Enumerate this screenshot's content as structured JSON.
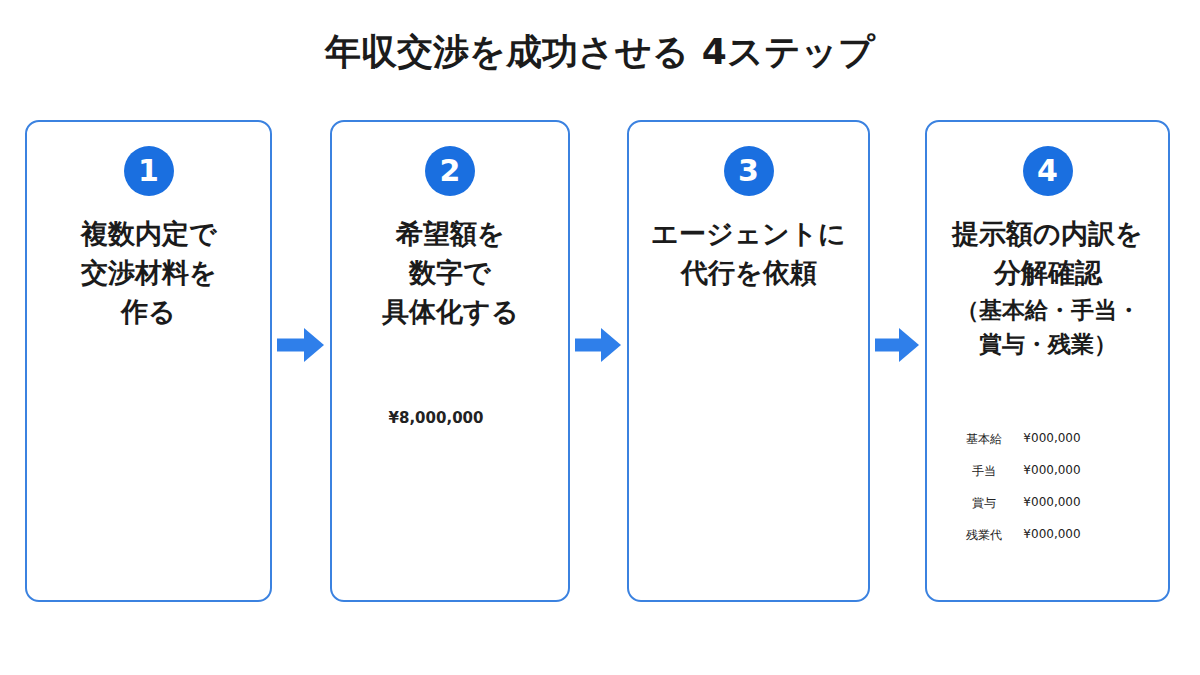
{
  "diagram": {
    "title": "年収交渉を成功させる 4ステップ",
    "nodes": [
      {
        "text": [
          "複数内定で 交渉材料を 作る"
        ]
      },
      {
        "text": [
          "1"
        ],
        "in": 0
      },
      {
        "text": [
          "希望額を 数字で 具体化する"
        ]
      },
      {
        "text": [
          "2"
        ],
        "in": 2
      },
      {
        "text": [
          "エージェントに 代行を依頼"
        ]
      },
      {
        "text": [
          "3"
        ],
        "in": 4
      },
      {
        "text": [
          "提示額の内訳を 分解確認",
          "（基本給・手当・ 賞与・残業）"
        ]
      },
      {
        "text": [
          "4"
        ],
        "in": 6
      }
    ],
    "edges": [
      {
        "from": 0,
        "to": 2,
        "arrow": "to"
      },
      {
        "from": 2,
        "to": 4,
        "arrow": "to"
      },
      {
        "from": 4,
        "to": 6,
        "arrow": "to"
      }
    ],
    "labels": [
      "¥8,000,000",
      "基本給",
      "¥000,000",
      "手当",
      "¥000,000",
      "賞与",
      "¥000,000",
      "残業代",
      "¥000,000"
    ]
  }
}
